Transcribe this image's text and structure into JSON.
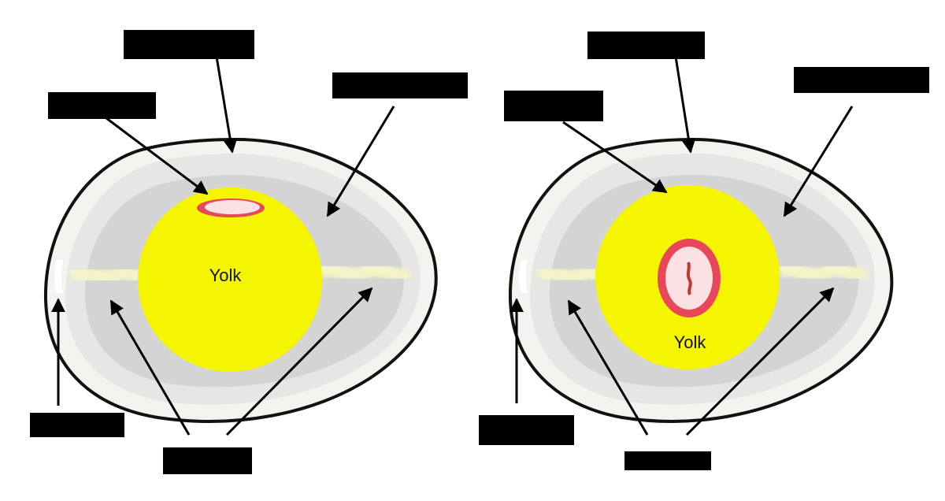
{
  "colors": {
    "shell_outline": "#111111",
    "shell_fill": "#f3f3ef",
    "albumen_thick": "#d4d4d4",
    "albumen_thin": "#e6e6e4",
    "yolk": "#f5f500",
    "chalaza": "#f4f4c8",
    "blastodisc_ring": "#e8475a",
    "blastodisc_center": "#fbe0e4",
    "label_box": "#000000",
    "arrow": "#000000"
  },
  "left_egg": {
    "yolk_label": "Yolk",
    "hidden_labels": [
      "top",
      "upper-left",
      "upper-right",
      "lower-left",
      "bottom"
    ]
  },
  "right_egg": {
    "yolk_label": "Yolk",
    "hidden_labels": [
      "top",
      "upper-left",
      "upper-right",
      "lower-left",
      "bottom"
    ]
  }
}
